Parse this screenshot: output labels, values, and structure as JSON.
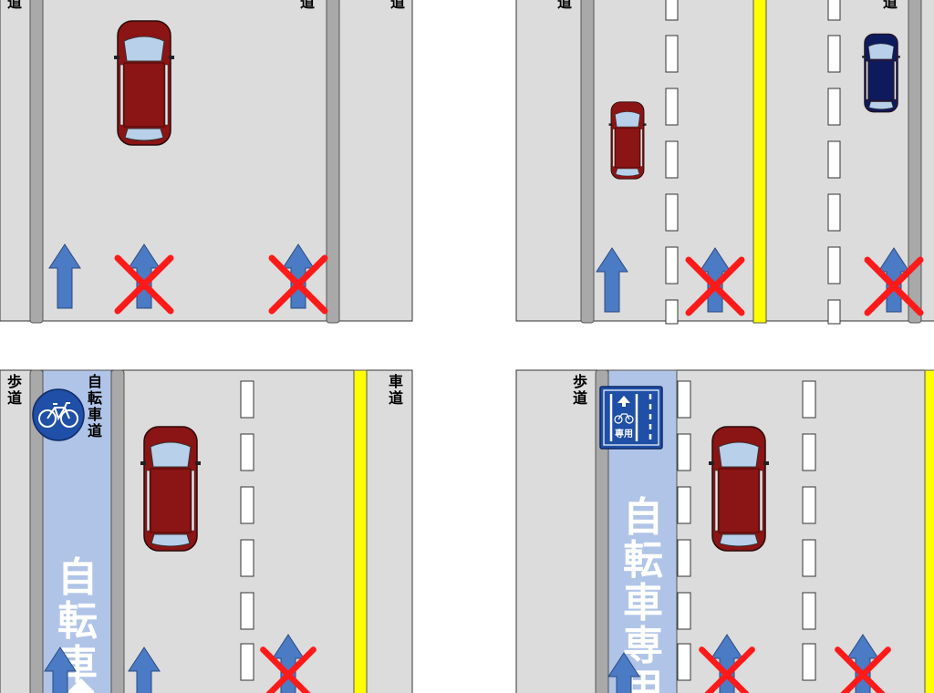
{
  "labels": {
    "hodo": "歩道",
    "shado": "車道",
    "shado_top_fragment": "道",
    "jitenshado": "自転車道"
  },
  "lane_text": {
    "jitenshado": "自転車",
    "jitensha_senyo": "自転車専用"
  },
  "sign_text": {
    "senyo": "専用"
  },
  "colors": {
    "road": "#dcdcdc",
    "curb": "#a9a9a9",
    "bike_lane": "#b0c4e8",
    "center_line": "#ffff00",
    "arrow": "#4a7bc4",
    "cross": "#ff1a1a",
    "car_red": "#8b1414",
    "car_blue": "#0d1b5c",
    "sign_blue": "#1f4fa6"
  },
  "panels": [
    {
      "name": "panel-top-left"
    },
    {
      "name": "panel-top-right"
    },
    {
      "name": "panel-bottom-left"
    },
    {
      "name": "panel-bottom-right"
    }
  ]
}
